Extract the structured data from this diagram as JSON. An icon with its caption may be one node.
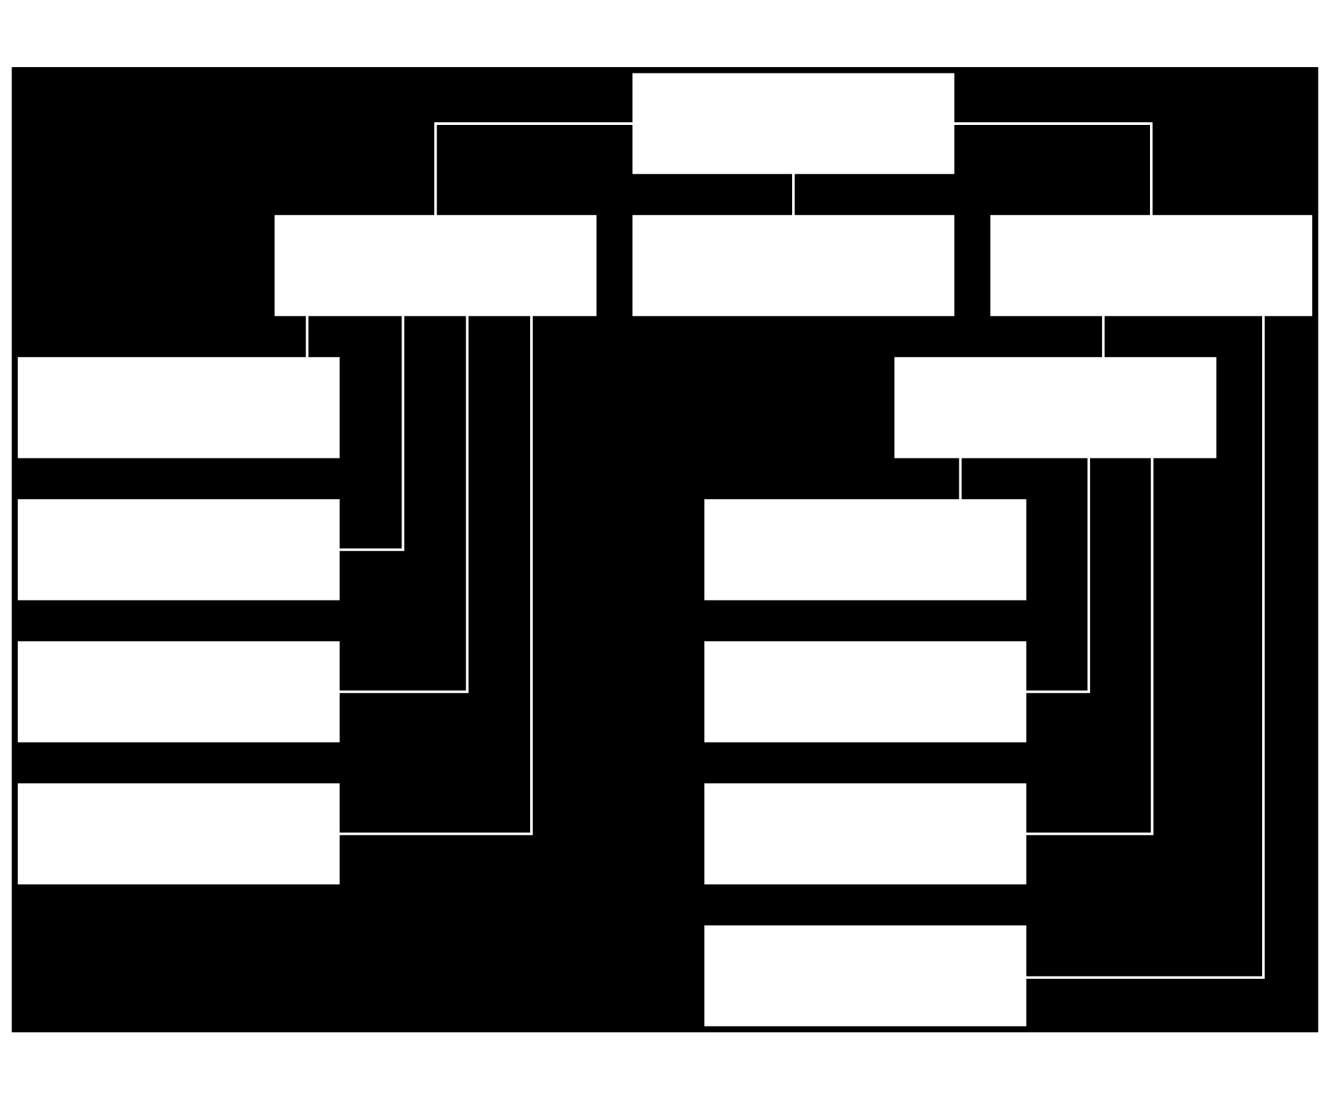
{
  "diagram": {
    "nodes": [
      {
        "text": [],
        "shape": "box"
      },
      {
        "text": [],
        "shape": "box"
      },
      {
        "text": [],
        "shape": "box"
      },
      {
        "text": [],
        "shape": "box"
      },
      {
        "text": [],
        "shape": "box"
      },
      {
        "text": [],
        "shape": "box"
      },
      {
        "text": [],
        "shape": "box"
      },
      {
        "text": [],
        "shape": "box"
      },
      {
        "text": [],
        "shape": "box"
      },
      {
        "text": [],
        "shape": "box"
      },
      {
        "text": [],
        "shape": "box"
      },
      {
        "text": [],
        "shape": "box"
      },
      {
        "text": [],
        "shape": "box"
      }
    ],
    "edges": [
      {
        "from": 0,
        "to": 1,
        "arrow": "none"
      },
      {
        "from": 0,
        "to": 2,
        "arrow": "none"
      },
      {
        "from": 0,
        "to": 3,
        "arrow": "none"
      },
      {
        "from": 1,
        "to": 4,
        "arrow": "none"
      },
      {
        "from": 1,
        "to": 5,
        "arrow": "none"
      },
      {
        "from": 1,
        "to": 6,
        "arrow": "none"
      },
      {
        "from": 1,
        "to": 7,
        "arrow": "none"
      },
      {
        "from": 3,
        "to": 8,
        "arrow": "none"
      },
      {
        "from": 3,
        "to": 12,
        "arrow": "none"
      },
      {
        "from": 8,
        "to": 9,
        "arrow": "none"
      },
      {
        "from": 8,
        "to": 10,
        "arrow": "none"
      },
      {
        "from": 8,
        "to": 11,
        "arrow": "none"
      }
    ]
  }
}
